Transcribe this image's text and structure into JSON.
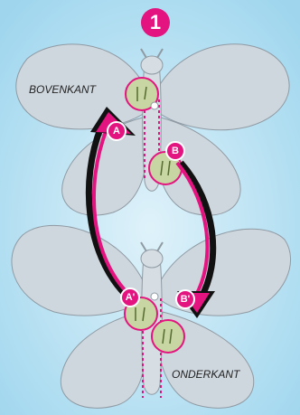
{
  "step_number": "1",
  "labels": {
    "top_side": "BOVENKANT",
    "bottom_side": "ONDERKANT"
  },
  "points": {
    "a": "A",
    "b": "B",
    "a_prime": "A'",
    "b_prime": "B'"
  },
  "colors": {
    "accent": "#e3147f",
    "wing": "#cfd7de",
    "wing_stroke": "#8f9aa3",
    "button": "#c7d6a2",
    "arrow_dark": "#111111"
  }
}
